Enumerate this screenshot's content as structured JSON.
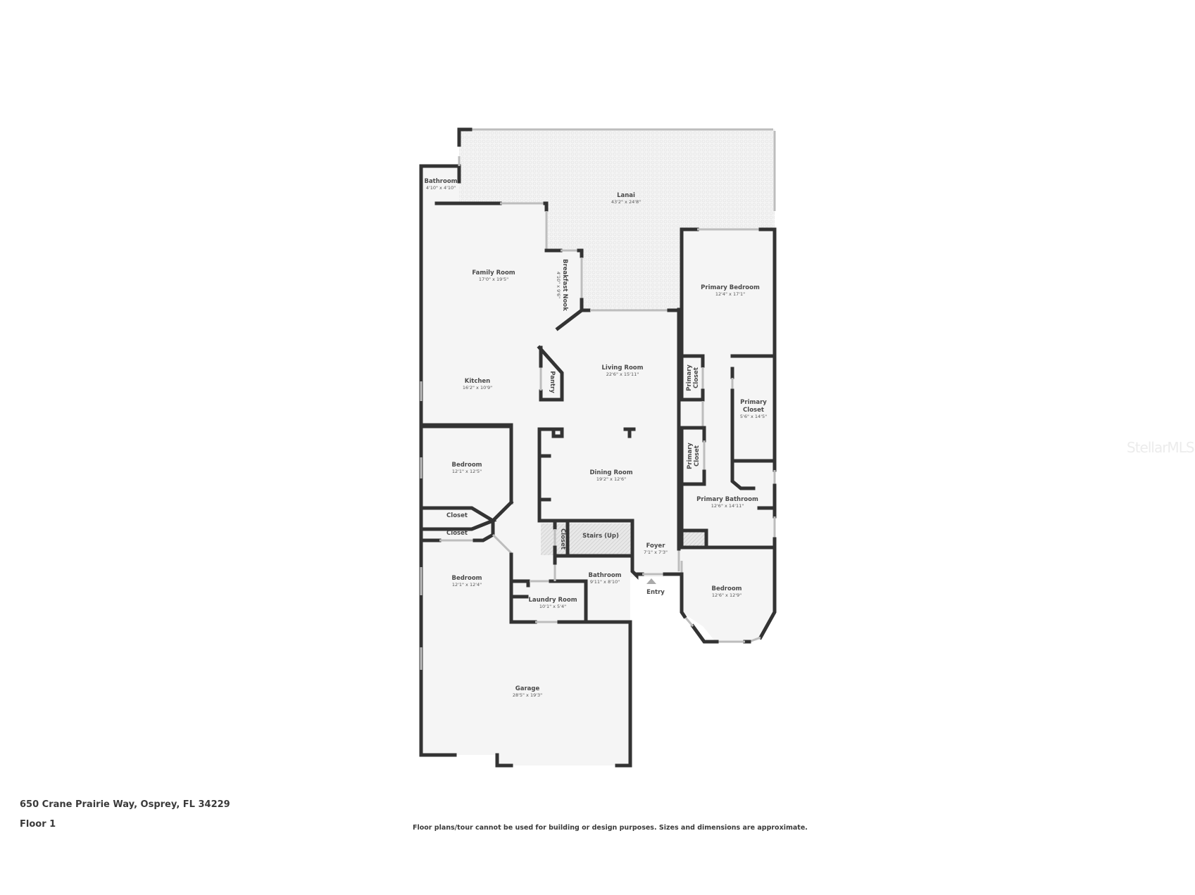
{
  "property": {
    "address": "650 Crane Prairie Way, Osprey, FL 34229",
    "floor": "Floor 1",
    "disclaimer": "Floor plans/tour cannot be used for building or design purposes. Sizes and dimensions are approximate.",
    "watermark": "StellarMLS"
  },
  "rooms": [
    {
      "name": "Lanai",
      "dims": "43'2\" x 24'8\""
    },
    {
      "name": "Bathroom",
      "dims": "4'10\" x 4'10\""
    },
    {
      "name": "Family Room",
      "dims": "17'0\" x 19'5\""
    },
    {
      "name": "Breakfast Nook",
      "dims": "4'10\" x 9'6\""
    },
    {
      "name": "Primary Bedroom",
      "dims": "12'4\" x 17'1\""
    },
    {
      "name": "Kitchen",
      "dims": "16'2\" x 10'9\""
    },
    {
      "name": "Pantry",
      "dims": ""
    },
    {
      "name": "Living Room",
      "dims": "22'6\" x 15'11\""
    },
    {
      "name": "Primary Closet",
      "dims": ""
    },
    {
      "name": "Primary Closet",
      "dims": "5'6\" x 14'5\""
    },
    {
      "name": "Primary Closet",
      "dims": ""
    },
    {
      "name": "Bedroom",
      "dims": "12'1\" x 12'5\""
    },
    {
      "name": "Dining Room",
      "dims": "19'2\" x 12'6\""
    },
    {
      "name": "Primary Bathroom",
      "dims": "12'6\" x 14'11\""
    },
    {
      "name": "Closet",
      "dims": ""
    },
    {
      "name": "Closet",
      "dims": ""
    },
    {
      "name": "Closet",
      "dims": ""
    },
    {
      "name": "Stairs (Up)",
      "dims": ""
    },
    {
      "name": "Foyer",
      "dims": "7'1\" x 7'3\""
    },
    {
      "name": "Bedroom",
      "dims": "12'1\" x 12'4\""
    },
    {
      "name": "Bathroom",
      "dims": "9'11\" x 8'10\""
    },
    {
      "name": "Laundry Room",
      "dims": "10'1\" x 5'4\""
    },
    {
      "name": "Entry",
      "dims": ""
    },
    {
      "name": "Bedroom",
      "dims": "12'6\" x 12'9\""
    },
    {
      "name": "Garage",
      "dims": "28'5\" x 19'3\""
    }
  ],
  "colors": {
    "wall": "#333333",
    "floor": "#f5f5f5",
    "lanai": "#efefef",
    "window": "#bdbdbd",
    "text": "#4a4a4a"
  }
}
